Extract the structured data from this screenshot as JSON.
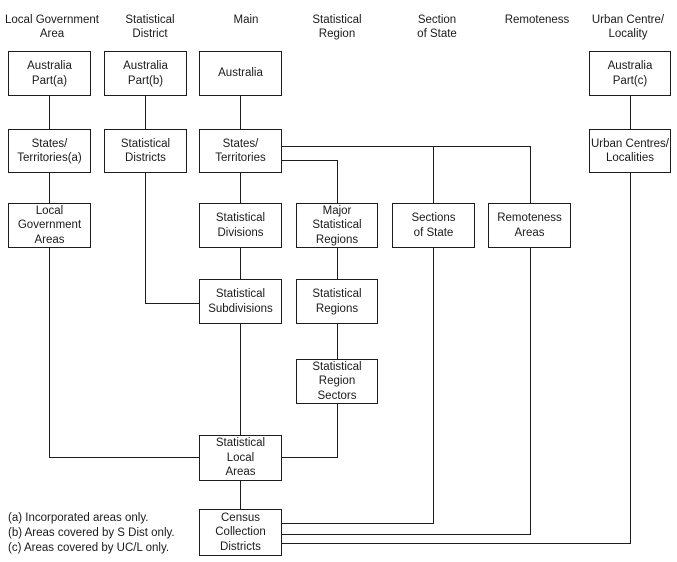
{
  "diagram": {
    "columns": [
      {
        "label": "Local Government\nArea"
      },
      {
        "label": "Statistical\nDistrict"
      },
      {
        "label": "Main"
      },
      {
        "label": "Statistical\nRegion"
      },
      {
        "label": "Section\nof State"
      },
      {
        "label": "Remoteness"
      },
      {
        "label": "Urban Centre/\nLocality"
      }
    ],
    "nodes": {
      "australia_part_a": "Australia\nPart(a)",
      "australia_part_b": "Australia\nPart(b)",
      "australia": "Australia",
      "australia_part_c": "Australia\nPart(c)",
      "states_territories_a": "States/\nTerritories(a)",
      "statistical_districts": "Statistical\nDistricts",
      "states_territories": "States/\nTerritories",
      "urban_centres_localities": "Urban Centres/\nLocalities",
      "local_government_areas": "Local\nGovernment\nAreas",
      "statistical_divisions": "Statistical\nDivisions",
      "major_statistical_regions": "Major\nStatistical\nRegions",
      "sections_of_state": "Sections\nof State",
      "remoteness_areas": "Remoteness\nAreas",
      "statistical_subdivisions": "Statistical\nSubdivisions",
      "statistical_regions": "Statistical\nRegions",
      "statistical_region_sectors": "Statistical\nRegion\nSectors",
      "statistical_local_areas": "Statistical\nLocal\nAreas",
      "census_collection_districts": "Census\nCollection\nDistricts"
    },
    "footnotes": [
      "(a) Incorporated areas only.",
      "(b) Areas covered by S Dist only.",
      "(c) Areas covered by UC/L only."
    ],
    "colors": {
      "line": "#1c1c1c",
      "text": "#1a1a1a",
      "background": "#ffffff"
    }
  }
}
